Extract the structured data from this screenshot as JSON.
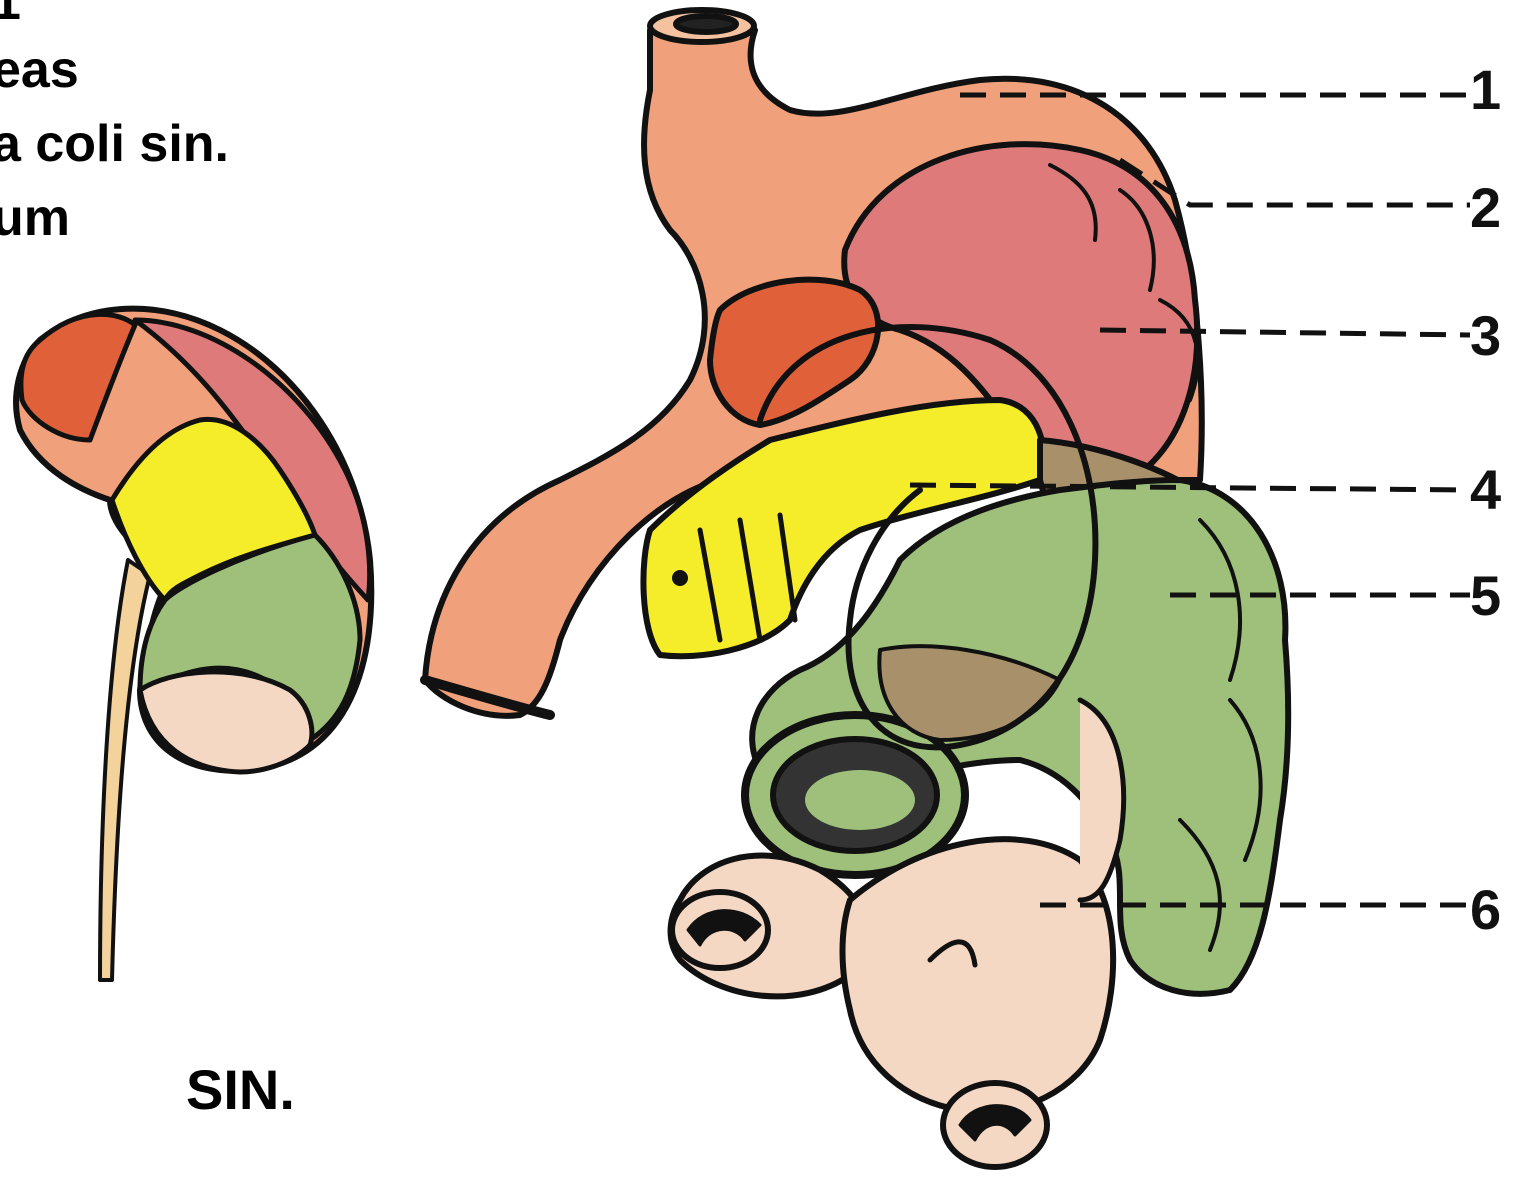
{
  "legend": {
    "lines": [
      "1",
      "eas",
      "a coli sin.",
      "um"
    ]
  },
  "side_view": {
    "label": "SIN."
  },
  "callouts": [
    "1",
    "2",
    "3",
    "4",
    "5",
    "6"
  ],
  "colors": {
    "stomach": "#f0a07a",
    "spleen_dark": "#e0603a",
    "spleen_red": "#de7a7a",
    "pancreas": "#f5ec2a",
    "colon": "#9ec07a",
    "colon_brown": "#a8906a",
    "small_intestine": "#f5d8c4",
    "outline": "#111111"
  }
}
